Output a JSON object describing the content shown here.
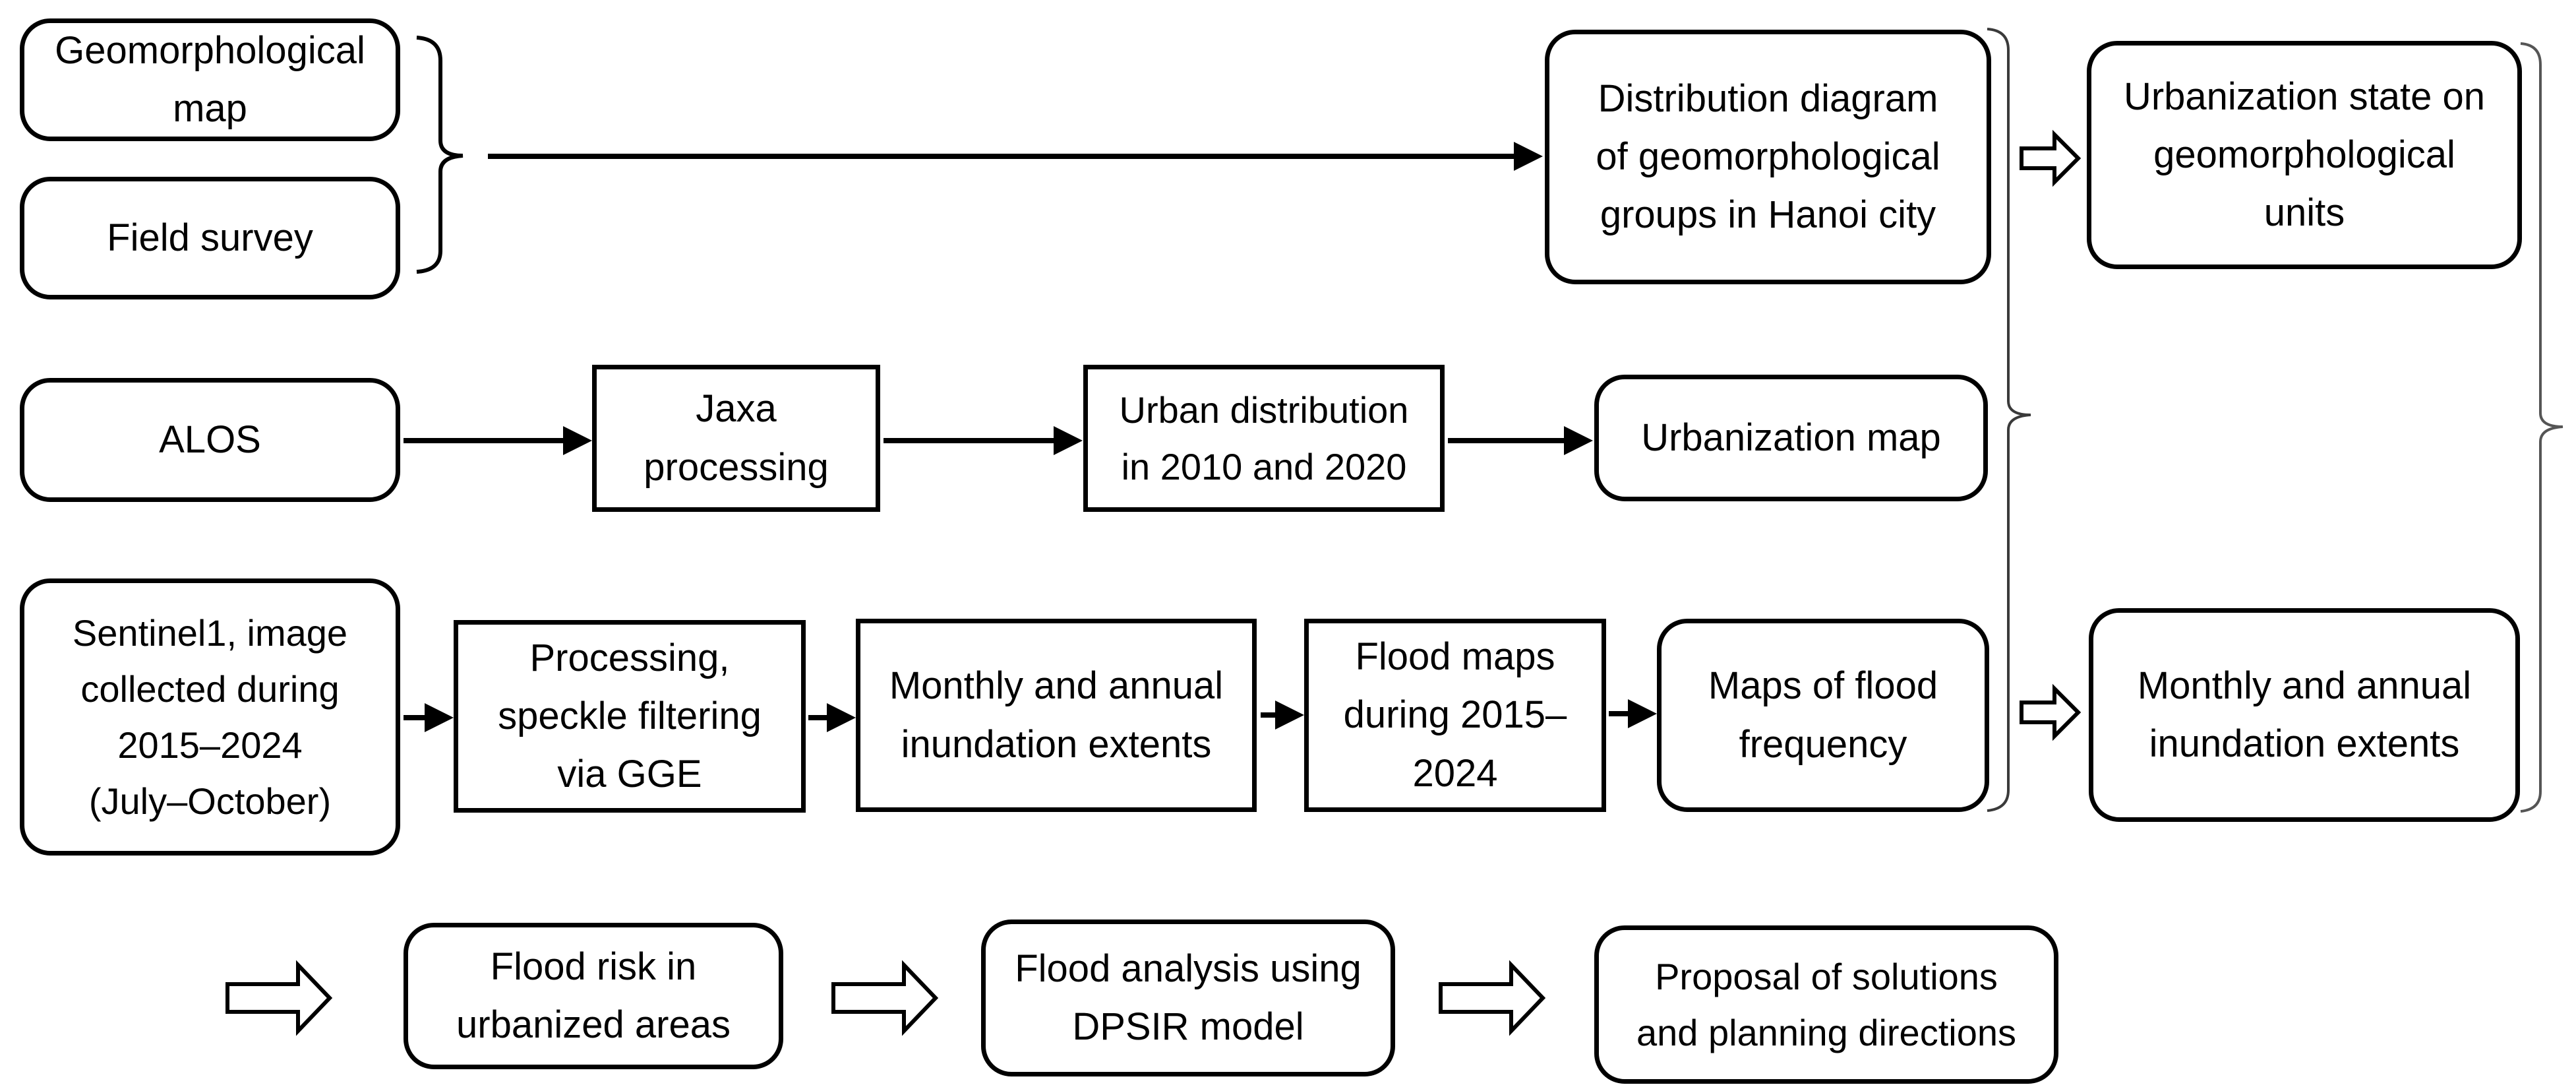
{
  "figure": {
    "type": "flowchart",
    "background": "#ffffff",
    "ink": "#000000",
    "bracket_color": "#444444"
  },
  "nodes": {
    "geo_map": {
      "label": "Geomorphological\nmap",
      "shape": "rounded"
    },
    "field_survey": {
      "label": "Field survey",
      "shape": "rounded"
    },
    "dist_diagram": {
      "label": "Distribution diagram\nof geomorphological\ngroups in Hanoi city",
      "shape": "rounded"
    },
    "urb_state": {
      "label": "Urbanization state on\ngeomorphological\nunits",
      "shape": "rounded"
    },
    "alos": {
      "label": "ALOS",
      "shape": "rounded"
    },
    "jaxa": {
      "label": "Jaxa\nprocessing",
      "shape": "rect"
    },
    "urban_dist": {
      "label": "Urban distribution\nin 2010 and 2020",
      "shape": "rect"
    },
    "urb_map": {
      "label": "Urbanization map",
      "shape": "rounded"
    },
    "sentinel": {
      "label": "Sentinel1, image\ncollected during\n2015–2024\n(July–October)",
      "shape": "rounded"
    },
    "processing": {
      "label": "Processing,\nspeckle filtering\nvia GGE",
      "shape": "rect"
    },
    "monthly_extents": {
      "label": "Monthly and annual\ninundation extents",
      "shape": "rect"
    },
    "flood_maps": {
      "label": "Flood maps\nduring 2015–\n2024",
      "shape": "rect"
    },
    "maps_frequency": {
      "label": "Maps of flood\nfrequency",
      "shape": "rounded"
    },
    "monthly_extents_result": {
      "label": "Monthly and annual\ninundation extents",
      "shape": "rounded"
    },
    "flood_risk": {
      "label": "Flood risk in\nurbanized areas",
      "shape": "rounded"
    },
    "dpsir": {
      "label": "Flood analysis using\nDPSIR model",
      "shape": "rounded"
    },
    "proposal": {
      "label": "Proposal of solutions\nand planning directions",
      "shape": "rounded"
    }
  }
}
